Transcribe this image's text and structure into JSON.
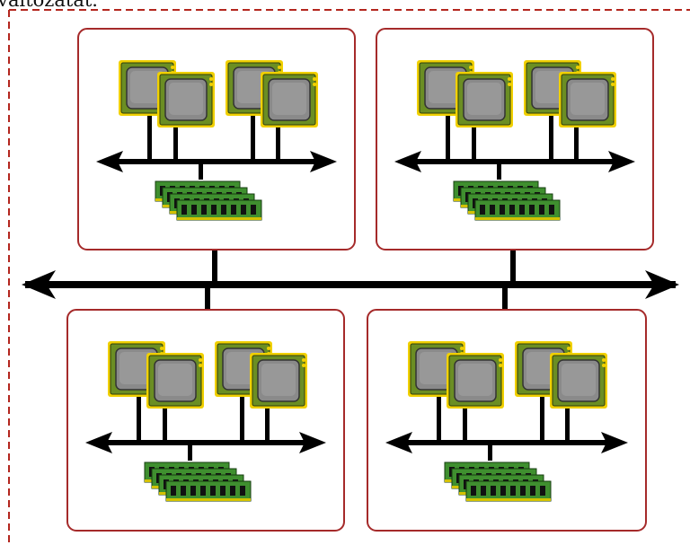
{
  "caption": "t változatát.",
  "colors": {
    "border_dashed": "#b3261e",
    "node_border": "#a52a2a",
    "bus": "#000000",
    "cpu_outer": "#6b8e23",
    "cpu_trim": "#f0d000",
    "cpu_inner": "#8a8a8a",
    "ram_board": "#3f8f2f",
    "ram_edge": "#d4c200"
  },
  "nodes": [
    {
      "name": "node-top-left",
      "cpus": 4,
      "ram_modules": 4
    },
    {
      "name": "node-top-right",
      "cpus": 4,
      "ram_modules": 4
    },
    {
      "name": "node-bottom-left",
      "cpus": 4,
      "ram_modules": 4
    },
    {
      "name": "node-bottom-right",
      "cpus": 4,
      "ram_modules": 4
    }
  ],
  "icons": {
    "cpu": "cpu-chip-icon",
    "ram": "memory-module-icon",
    "bus": "double-arrow-bus-icon"
  }
}
